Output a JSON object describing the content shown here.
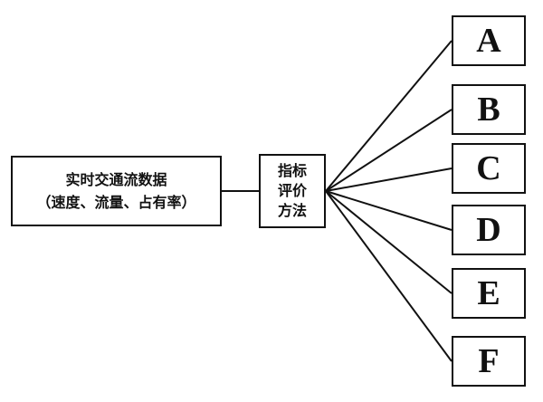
{
  "source": {
    "line1": "实时交通流数据",
    "line2": "（速度、流量、占有率）"
  },
  "method": {
    "label": "指标评价方法"
  },
  "outputs": [
    "A",
    "B",
    "C",
    "D",
    "E",
    "F"
  ],
  "colors": {
    "stroke": "#111111",
    "background": "#ffffff"
  }
}
